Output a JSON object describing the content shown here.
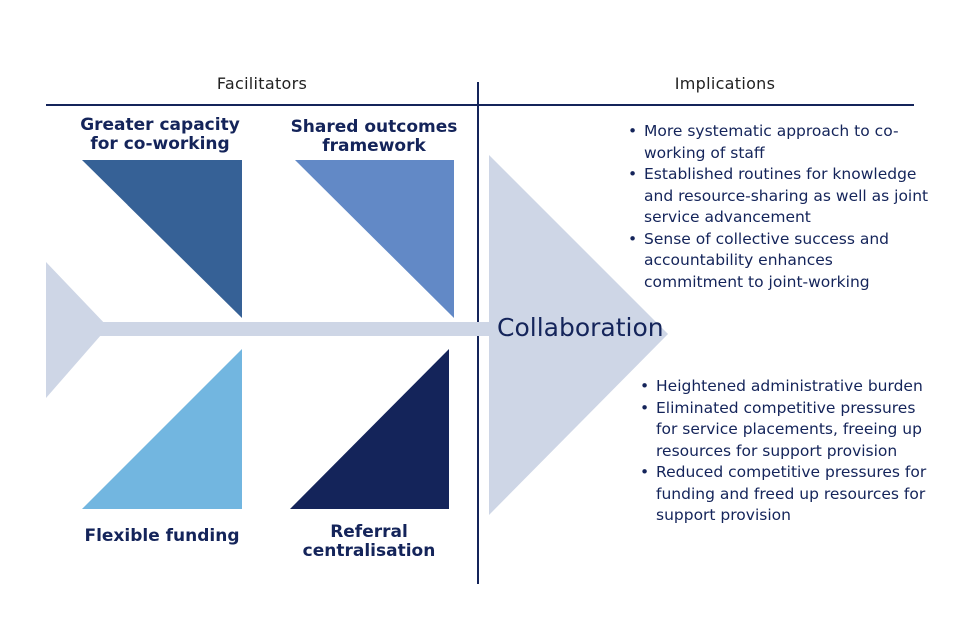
{
  "headers": {
    "left": "Facilitators",
    "right": "Implications"
  },
  "center_label": "Collaboration",
  "facilitators": {
    "top_left": "Greater capacity\nfor co-working",
    "top_right": "Shared outcomes\nframework",
    "bottom_left": "Flexible funding",
    "bottom_right": "Referral\ncentralisation"
  },
  "implications_top": [
    "More systematic approach to co-working of staff",
    "Established routines for knowledge and resource-sharing as well as joint service advancement",
    "Sense of collective success and accountability enhances commitment to joint-working"
  ],
  "implications_bottom": [
    "Heightened administrative burden",
    "Eliminated competitive pressures for service placements, freeing up resources for support provision",
    "Reduced competitive pressures for funding and freed up resources for support provision"
  ],
  "colors": {
    "navy": "#14245a",
    "dark_blue": "#366196",
    "medium_blue": "#6289c6",
    "light_blue": "#72b6e0",
    "pale_grey_blue": "#ced6e6"
  }
}
